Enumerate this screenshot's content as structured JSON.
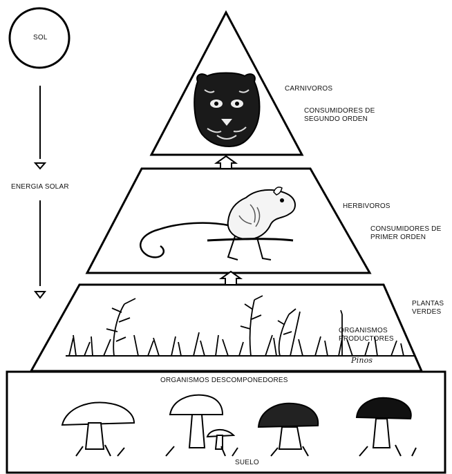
{
  "sun": {
    "label": "SOL"
  },
  "energy": {
    "label": "ENERGIA SOLAR"
  },
  "levels": [
    {
      "title": "CARNIVOROS",
      "subtitle_line1": "CONSUMIDORES DE",
      "subtitle_line2": "SEGUNDO ORDEN",
      "icon": "tiger-head-icon"
    },
    {
      "title": "HERBIVOROS",
      "subtitle_line1": "CONSUMIDORES DE",
      "subtitle_line2": "PRIMER ORDEN",
      "icon": "rodent-icon"
    },
    {
      "title_line1": "PLANTAS",
      "title_line2": "VERDES",
      "subtitle_line1": "ORGANISMOS",
      "subtitle_line2": "PRODUCTORES",
      "icon": "grass-plants-icon"
    }
  ],
  "decomposers": {
    "title": "ORGANISMOS DESCOMPONEDORES",
    "soil": "SUELO",
    "icon": "mushroom-icon"
  },
  "signature": "Pinos"
}
